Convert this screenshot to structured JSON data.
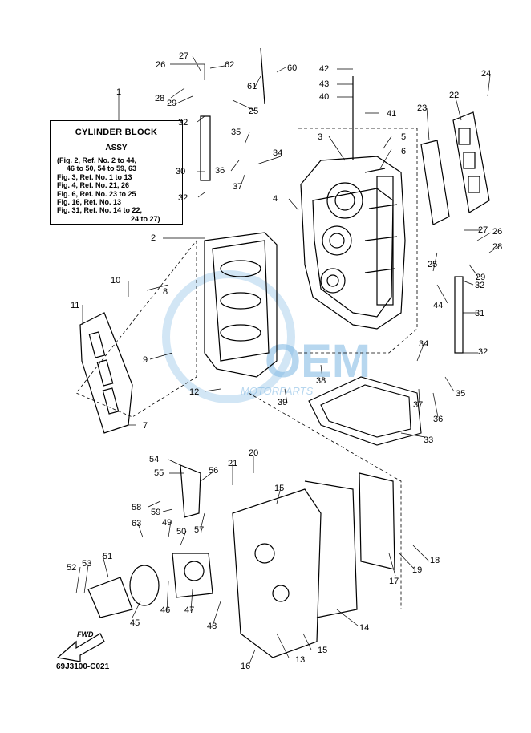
{
  "title_box": {
    "title": "CYLINDER BLOCK",
    "subtitle": "ASSY",
    "refs": [
      "(Fig. 2, Ref. No. 2 to 44,",
      "46 to 50, 54 to 59, 63",
      "Fig. 3, Ref. No. 1 to 13",
      "Fig. 4, Ref. No. 21, 26",
      "Fig. 6, Ref. No. 23 to 25",
      "Fig. 16, Ref. No. 13",
      "Fig. 31, Ref. No. 14 to 22,",
      "24 to 27)"
    ]
  },
  "diagram_code": "69J3100-C021",
  "fwd_label": "FWD",
  "watermark": {
    "text": "OEM",
    "subtext": "MOTORPARTS",
    "color": "#7eb7e3"
  },
  "callouts": [
    "1",
    "2",
    "3",
    "4",
    "5",
    "6",
    "7",
    "8",
    "9",
    "10",
    "11",
    "12",
    "13",
    "14",
    "15",
    "15",
    "16",
    "17",
    "18",
    "19",
    "20",
    "21",
    "22",
    "23",
    "24",
    "25",
    "25",
    "26",
    "26",
    "27",
    "27",
    "28",
    "28",
    "29",
    "29",
    "30",
    "31",
    "32",
    "32",
    "32",
    "32",
    "33",
    "34",
    "34",
    "35",
    "35",
    "36",
    "36",
    "37",
    "37",
    "38",
    "39",
    "40",
    "41",
    "42",
    "43",
    "44",
    "45",
    "46",
    "47",
    "48",
    "49",
    "50",
    "51",
    "52",
    "53",
    "54",
    "55",
    "56",
    "57",
    "58",
    "59",
    "60",
    "61",
    "62",
    "63"
  ]
}
